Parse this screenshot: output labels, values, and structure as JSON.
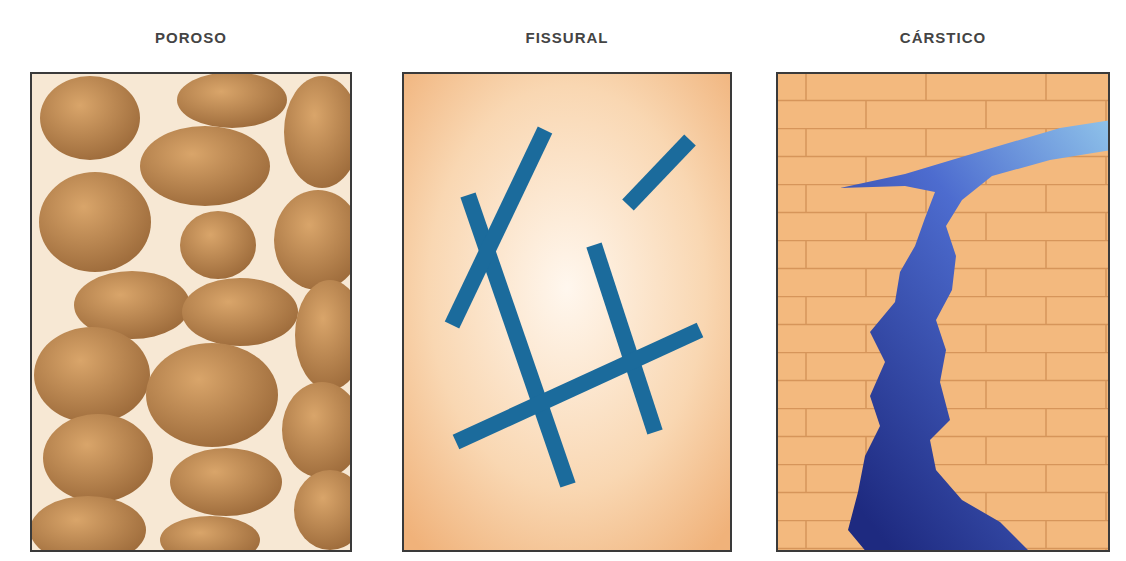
{
  "diagram": {
    "nodes": [
      {
        "text": [
          "POROSO"
        ]
      },
      {
        "text": [
          "FISSURAL"
        ]
      },
      {
        "text": [
          "CÁRSTICO"
        ]
      }
    ]
  }
}
